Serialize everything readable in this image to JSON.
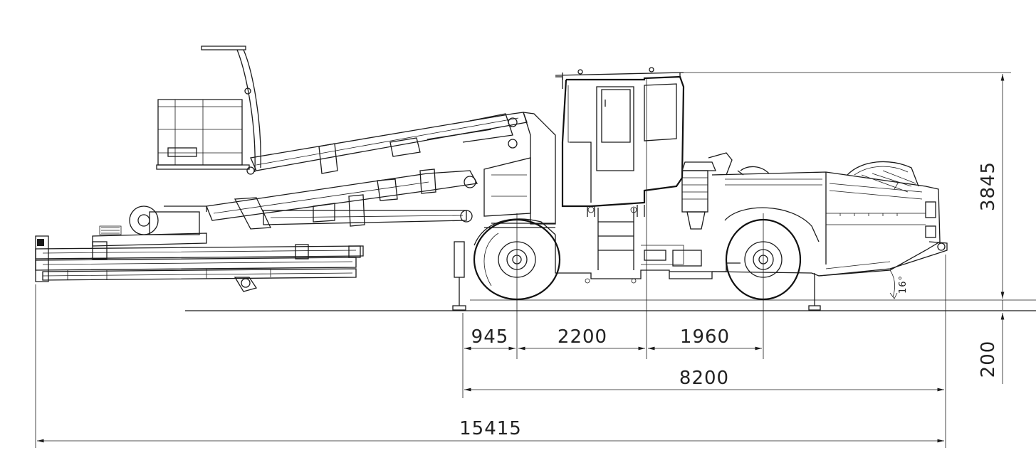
{
  "dimensions": {
    "total_length": "15415",
    "body_length": "8200",
    "front_overhang": "945",
    "segment_mid": "2200",
    "segment_rear": "1960",
    "height": "3845",
    "ground_clearance": "200",
    "angle": "16°"
  },
  "colors": {
    "line": "#1a1a1a",
    "background": "#ffffff"
  }
}
